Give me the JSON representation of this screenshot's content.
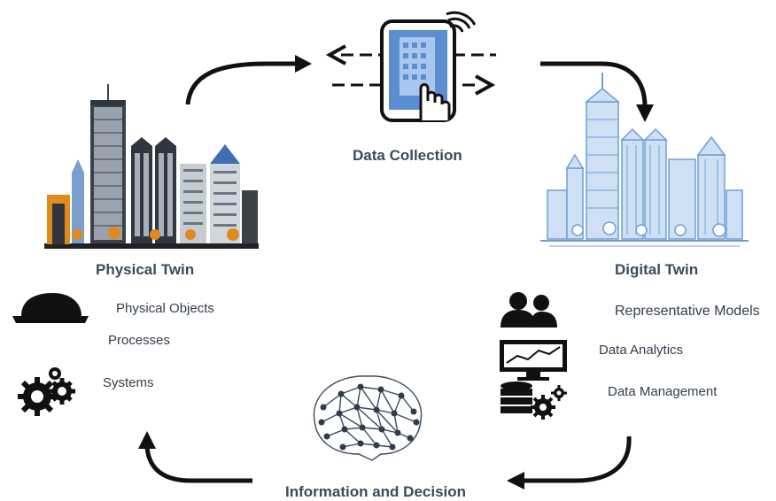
{
  "labels": {
    "data_collection": "Data Collection",
    "physical_twin": "Physical Twin",
    "digital_twin": "Digital Twin",
    "information_decision": "Information and Decision"
  },
  "physical_items": [
    "Physical Objects",
    "Processes",
    "Systems"
  ],
  "digital_items": [
    "Representative Models",
    "Data Analytics",
    "Data Management"
  ],
  "colors": {
    "text_title": "#3b4a5c",
    "arrow": "#111111",
    "digital_blue": "#7aa9dc",
    "physical_dark": "#2f3640",
    "accent_orange": "#e08a1e",
    "tablet_blue": "#4a7fc4"
  },
  "icons": [
    "tablet-icon",
    "wifi-icon",
    "hard-hat-icon",
    "gears-icon",
    "users-icon",
    "monitor-chart-icon",
    "database-icon",
    "brain-network-icon"
  ]
}
